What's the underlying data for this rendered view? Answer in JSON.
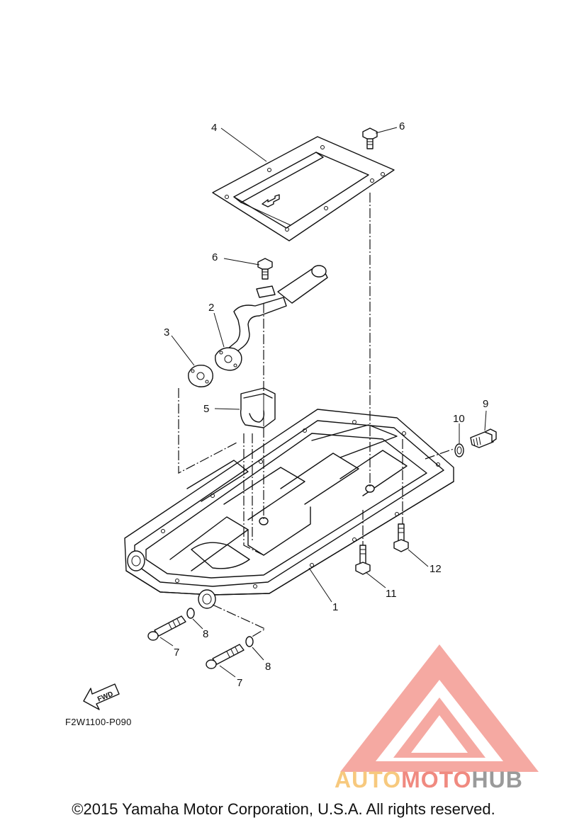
{
  "diagram": {
    "callouts": [
      {
        "id": "c1",
        "label": "1"
      },
      {
        "id": "c2",
        "label": "2"
      },
      {
        "id": "c3",
        "label": "3"
      },
      {
        "id": "c4",
        "label": "4"
      },
      {
        "id": "c5",
        "label": "5"
      },
      {
        "id": "c6a",
        "label": "6"
      },
      {
        "id": "c6b",
        "label": "6"
      },
      {
        "id": "c7a",
        "label": "7"
      },
      {
        "id": "c7b",
        "label": "7"
      },
      {
        "id": "c8a",
        "label": "8"
      },
      {
        "id": "c8b",
        "label": "8"
      },
      {
        "id": "c9",
        "label": "9"
      },
      {
        "id": "c10",
        "label": "10"
      },
      {
        "id": "c11",
        "label": "11"
      },
      {
        "id": "c12",
        "label": "12"
      }
    ],
    "fwd_label": "FWD",
    "drawing_code": "F2W1100-P090"
  },
  "footer": {
    "copyright": "©2015 Yamaha Motor Corporation, U.S.A. All rights reserved."
  },
  "watermark": {
    "part1": "AUTO",
    "part2": "MOTO",
    "part3": "HUB",
    "colors": {
      "auto": "#f7c97e",
      "moto": "#f08a80",
      "hub": "#9a9a9a",
      "logo": "#f39a92"
    }
  }
}
